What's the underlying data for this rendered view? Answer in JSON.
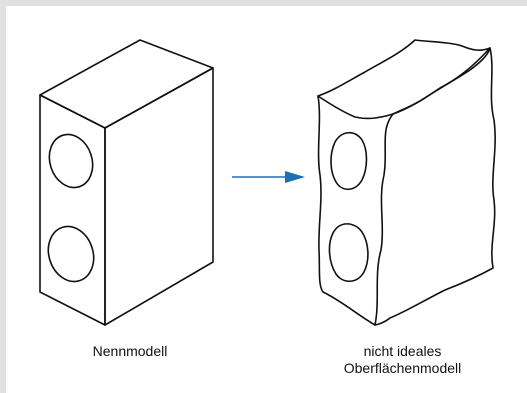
{
  "captions": {
    "left": "Nennmodell",
    "right_line1": "nicht ideales",
    "right_line2": "Oberflächenmodell"
  },
  "arrow": {
    "color": "#1f6fb5"
  },
  "frame": {
    "color": "#dfe1e3"
  }
}
